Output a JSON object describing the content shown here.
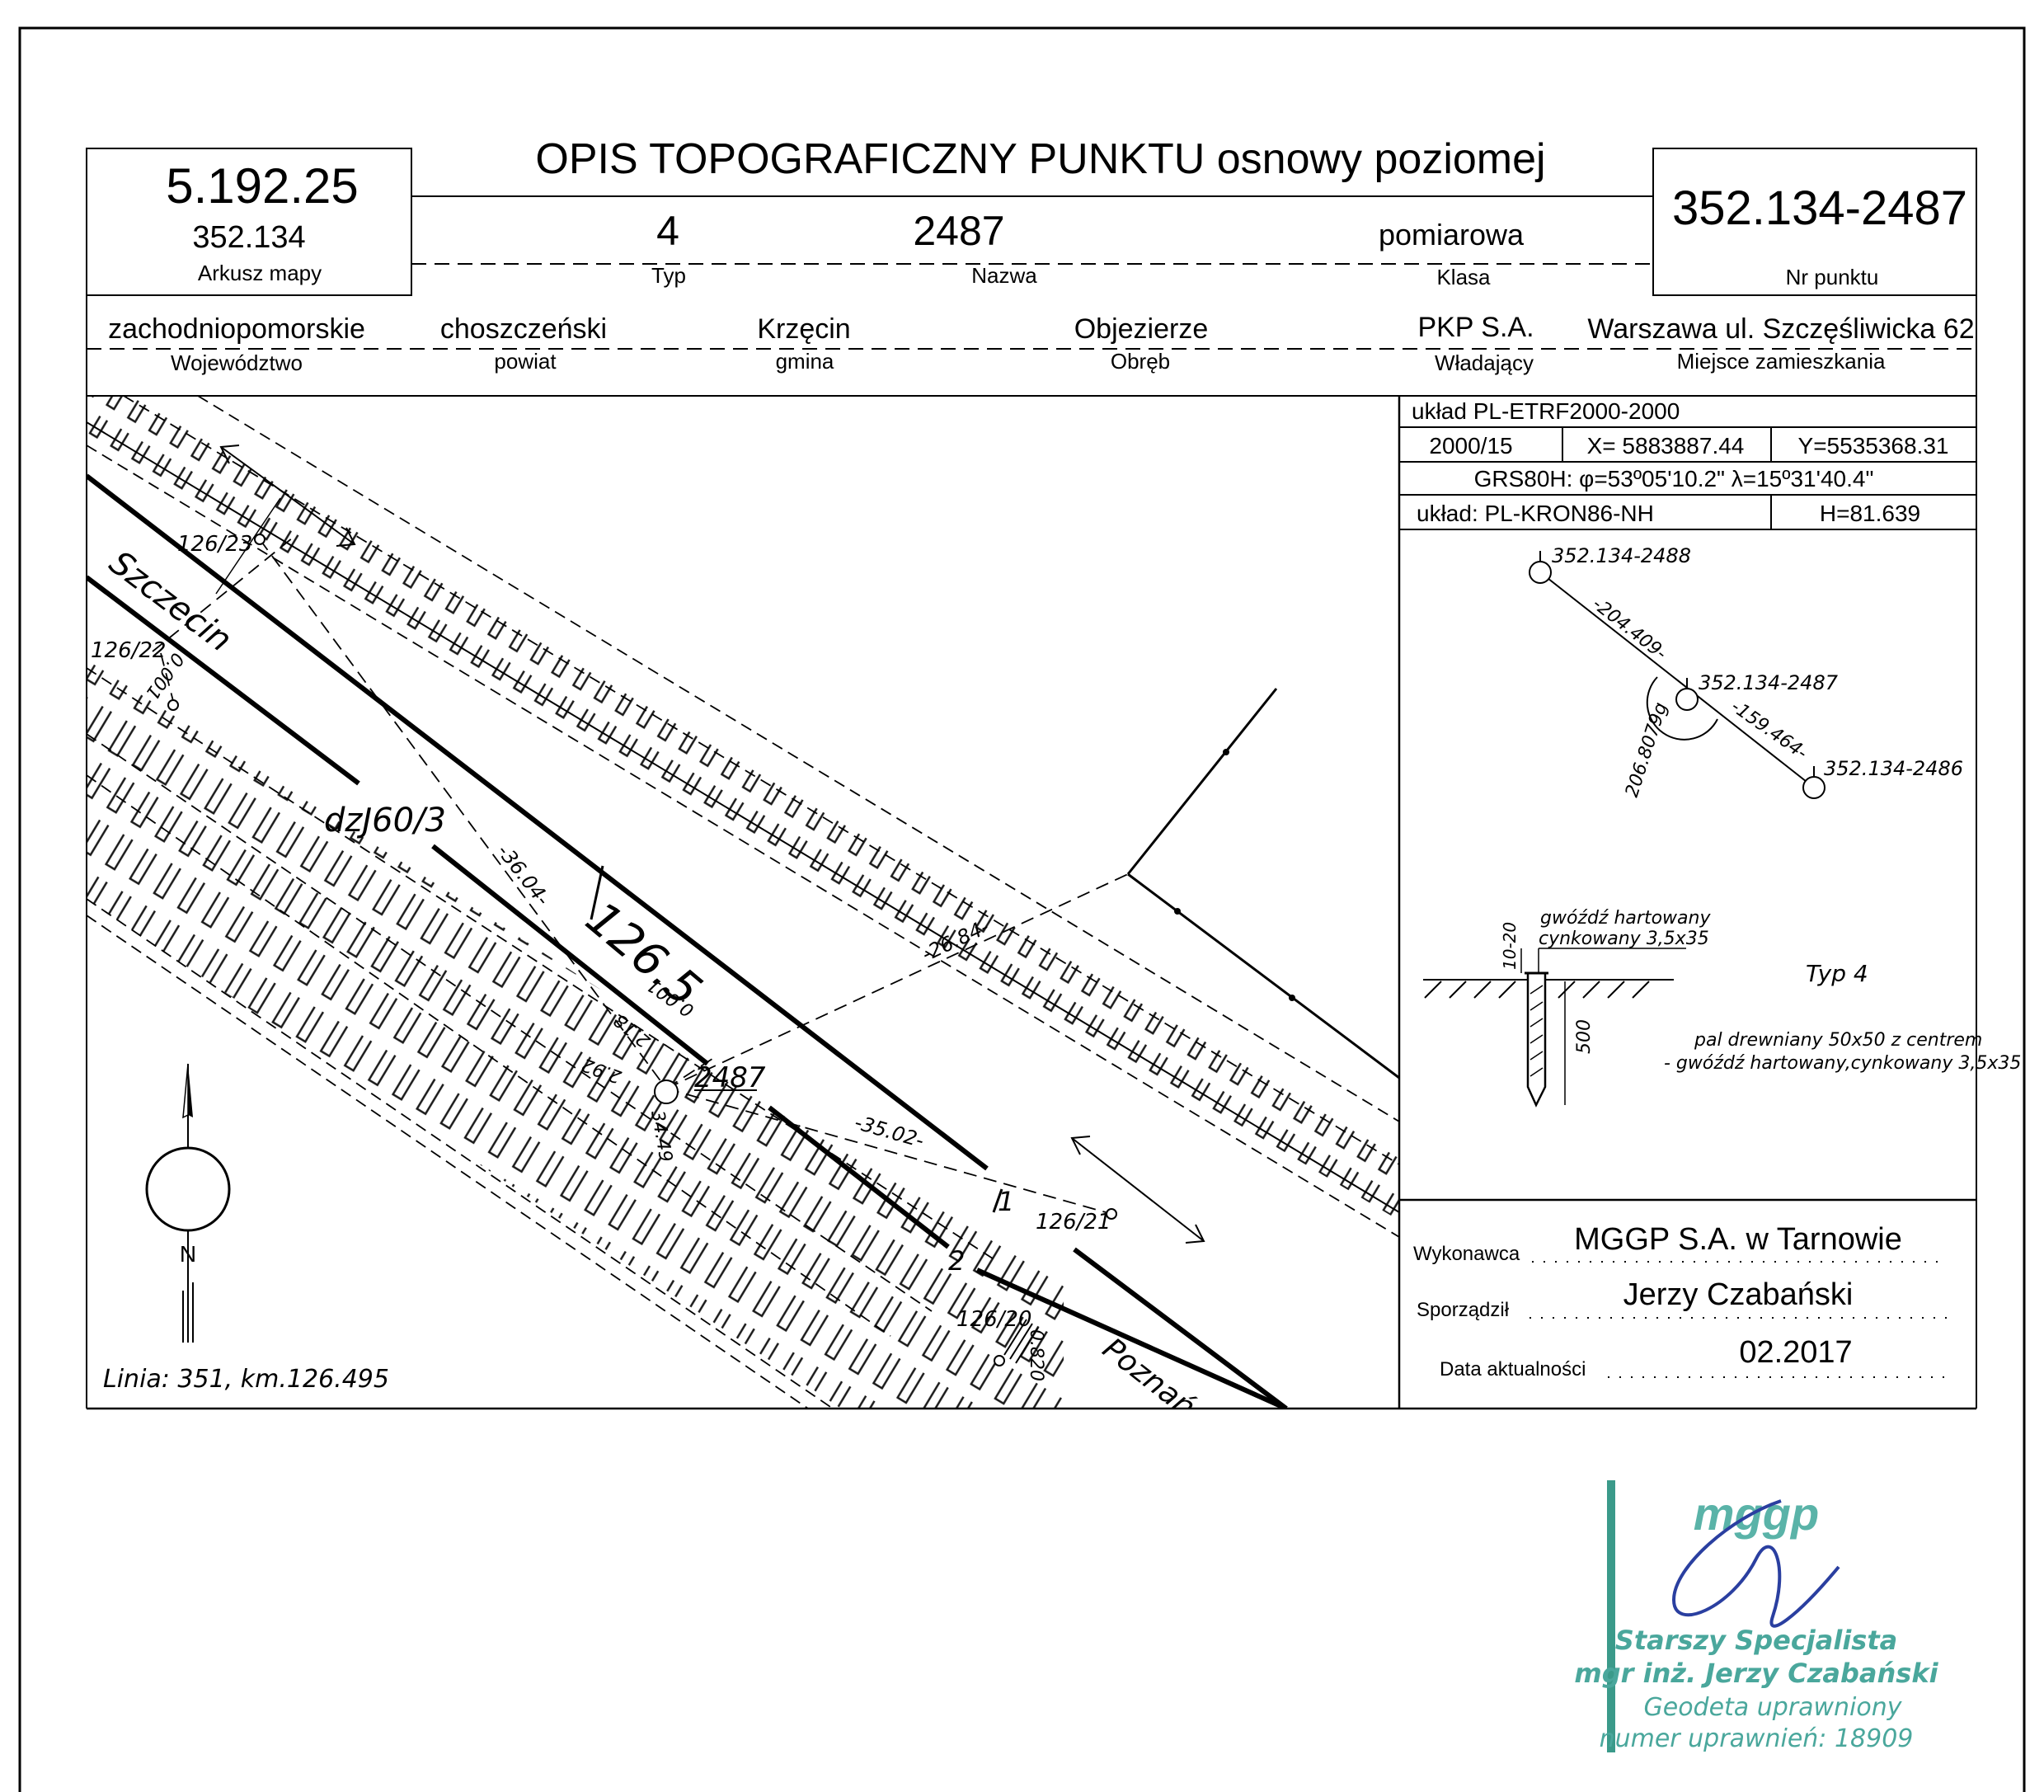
{
  "header": {
    "title": "OPIS TOPOGRAFICZNY PUNKTU osnowy poziomej",
    "map_sheet_code": "5.192.25",
    "map_sheet_number": "352.134",
    "map_sheet_label": "Arkusz mapy",
    "type_value": "4",
    "type_label": "Typ",
    "name_value": "2487",
    "name_label": "Nazwa",
    "class_value": "pomiarowa",
    "class_label": "Klasa",
    "point_number": "352.134-2487",
    "point_number_label": "Nr punktu"
  },
  "location": {
    "voivodeship": "zachodniopomorskie",
    "voivodeship_label": "Województwo",
    "county": "choszczeński",
    "county_label": "powiat",
    "commune": "Krzęcin",
    "commune_label": "gmina",
    "precinct": "Objezierze",
    "precinct_label": "Obręb",
    "owner": "PKP S.A.",
    "owner_label": "Władający",
    "residence": "Warszawa ul. Szczęśliwicka 62",
    "residence_label": "Miejsce zamieszkania"
  },
  "coords": {
    "system": "układ PL-ETRF2000-2000",
    "zone": "2000/15",
    "x": "X= 5883887.44",
    "y": "Y=5535368.31",
    "grs": "GRS80H: φ=53º05'10.2\" λ=15º31'40.4\"",
    "height_system": "układ: PL-KRON86-NH",
    "height": "H=81.639"
  },
  "map": {
    "line_caption": "Linia: 351, km.126.495",
    "km_label": "126.5",
    "switch_label": "dzJ60/3",
    "direction_start": "Szczecin",
    "direction_end": "Poznań",
    "pole_1": "126/23",
    "pole_2": "126/22",
    "pole_3": "126/21",
    "pole_4": "126/20",
    "point_name": "2487",
    "track_1": "1",
    "track_2": "2",
    "north": "N",
    "dim_3604": "-36.04-",
    "dim_2684": "-26.84-",
    "dim_3502": "-35.02-",
    "dim_3449": "34.49",
    "dim_292": "2.92",
    "dim_218": "2.18",
    "dim_000a": "0.001",
    "dim_000b": "0.001",
    "dim_0820": "0.820"
  },
  "sketch": {
    "pt_prev": "352.134-2488",
    "pt_this": "352.134-2487",
    "pt_next": "352.134-2486",
    "dist_1": "-204.409-",
    "dist_2": "-159.464-",
    "angle": "206.8079g"
  },
  "mark": {
    "nail_line1": "gwóźdź hartowany",
    "nail_line2": "cynkowany 3,5x35",
    "depth_top": "10-20",
    "depth": "500",
    "type_label": "Typ 4",
    "desc_line1": "pal drewniany 50x50 z centrem",
    "desc_line2": "- gwóźdź hartowany,cynkowany 3,5x35"
  },
  "footer": {
    "contractor_label": "Wykonawca",
    "contractor": "MGGP S.A.  w Tarnowie",
    "author_label": "Sporządził",
    "author": "Jerzy Czabański",
    "date_label": "Data aktualności",
    "date": "02.2017"
  },
  "stamp": {
    "logo": "mggp",
    "line1": "Starszy Specjalista",
    "line2": "mgr inż. Jerzy Czabański",
    "line3": "Geodeta uprawniony",
    "line4": "numer uprawnień: 18909"
  }
}
